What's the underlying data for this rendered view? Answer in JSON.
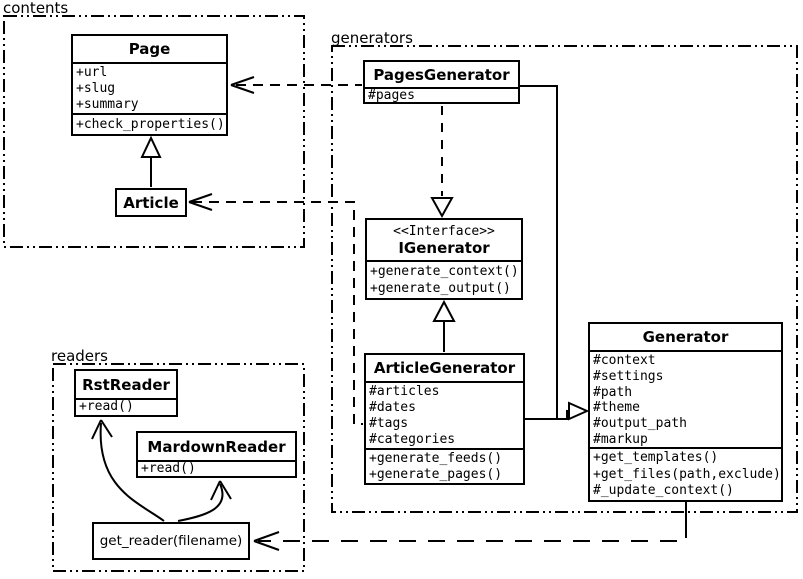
{
  "packages": {
    "contents": {
      "label": "contents"
    },
    "generators": {
      "label": "generators"
    },
    "readers": {
      "label": "readers"
    }
  },
  "classes": {
    "page": {
      "name": "Page",
      "attributes": [
        "+url",
        "+slug",
        "+summary"
      ],
      "methods": [
        "+check_properties()"
      ]
    },
    "article": {
      "name": "Article"
    },
    "pages_generator": {
      "name": "PagesGenerator",
      "attributes": [
        "#pages"
      ]
    },
    "igenerator": {
      "stereotype": "<<Interface>>",
      "name": "IGenerator",
      "methods": [
        "+generate_context()",
        "+generate_output()"
      ]
    },
    "article_generator": {
      "name": "ArticleGenerator",
      "attributes": [
        "#articles",
        "#dates",
        "#tags",
        "#categories"
      ],
      "methods": [
        "+generate_feeds()",
        "+generate_pages()"
      ]
    },
    "generator": {
      "name": "Generator",
      "attributes": [
        "#context",
        "#settings",
        "#path",
        "#theme",
        "#output_path",
        "#markup"
      ],
      "methods": [
        "+get_templates()",
        "+get_files(path,exclude)",
        "#_update_context()"
      ]
    },
    "rst_reader": {
      "name": "RstReader",
      "methods": [
        "+read()"
      ]
    },
    "mardown_reader": {
      "name": "MardownReader",
      "methods": [
        "+read()"
      ]
    },
    "get_reader": {
      "label": "get_reader(filename)"
    }
  },
  "colors": {
    "ink": "#000000",
    "paper": "#ffffff"
  }
}
